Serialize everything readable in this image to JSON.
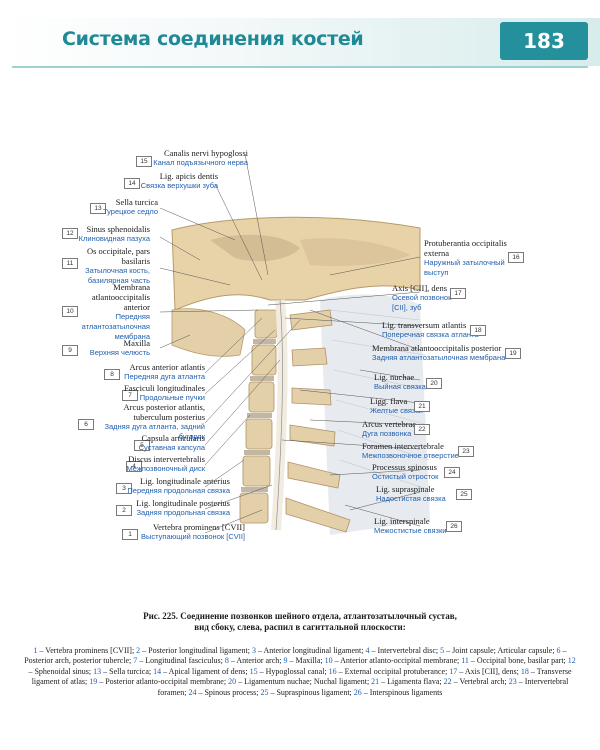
{
  "header": {
    "title": "Система соединения костей",
    "page_number": "183"
  },
  "labels_left": [
    {
      "n": "15",
      "lat": "Canalis nervi hypoglossi",
      "ru": "Канал подъязычного нерва"
    },
    {
      "n": "14",
      "lat": "Lig. apicis dentis",
      "ru": "Связка верхушки зуба"
    },
    {
      "n": "13",
      "lat": "Sella turcica",
      "ru": "Турецкое седло"
    },
    {
      "n": "12",
      "lat": "Sinus sphenoidalis",
      "ru": "Клиновидная пазуха"
    },
    {
      "n": "11",
      "lat": "Os occipitale, pars basilaris",
      "ru": "Затылочная кость, базилярная часть"
    },
    {
      "n": "10",
      "lat": "Membrana atlantooccipitalis anterior",
      "ru": "Передняя атлантозатылочная мембрана"
    },
    {
      "n": "9",
      "lat": "Maxilla",
      "ru": "Верхняя челюсть"
    },
    {
      "n": "8",
      "lat": "Arcus anterior atlantis",
      "ru": "Передняя дуга атланта"
    },
    {
      "n": "7",
      "lat": "Fasciculi longitudinales",
      "ru": "Продольные пучки"
    },
    {
      "n": "6",
      "lat": "Arcus posterior atlantis, tuberculum posterius",
      "ru": "Задняя дуга атланта, задний бугорок"
    },
    {
      "n": "5",
      "lat": "Capsula articularis",
      "ru": "Суставная капсула"
    },
    {
      "n": "4",
      "lat": "Discus intervertebralis",
      "ru": "Межпозвоночный диск"
    },
    {
      "n": "3",
      "lat": "Lig. longitudinale anterius",
      "ru": "Передняя продольная связка"
    },
    {
      "n": "2",
      "lat": "Lig. longitudinale posterius",
      "ru": "Задняя продольная связка"
    },
    {
      "n": "1",
      "lat": "Vertebra prominens [CVII]",
      "ru": "Выступающий позвонок [CVII]"
    }
  ],
  "labels_right": [
    {
      "n": "16",
      "lat": "Protuberantia occipitalis externa",
      "ru": "Наружный затылочный выступ"
    },
    {
      "n": "17",
      "lat": "Axis [CII], dens",
      "ru": "Осевой позвонок [CII], зуб"
    },
    {
      "n": "18",
      "lat": "Lig. transversum atlantis",
      "ru": "Поперечная связка атланта"
    },
    {
      "n": "19",
      "lat": "Membrana atlantooccipitalis posterior",
      "ru": "Задняя атлантозатылочная мембрана"
    },
    {
      "n": "20",
      "lat": "Lig. nuchae",
      "ru": "Выйная связка"
    },
    {
      "n": "21",
      "lat": "Ligg. flava",
      "ru": "Желтые связки"
    },
    {
      "n": "22",
      "lat": "Arcus vertebrae",
      "ru": "Дуга позвонка"
    },
    {
      "n": "23",
      "lat": "Foramen intervertebrale",
      "ru": "Межпозвоночное отверстие"
    },
    {
      "n": "24",
      "lat": "Processus spinosus",
      "ru": "Остистый отросток"
    },
    {
      "n": "25",
      "lat": "Lig. supraspinale",
      "ru": "Надостистая связка"
    },
    {
      "n": "26",
      "lat": "Lig. interspinale",
      "ru": "Межостистые связки"
    }
  ],
  "caption": {
    "line1": "Рис. 225. Соединение позвонков шейного отдела, атлантозатылочный сустав,",
    "line2": "вид сбоку, слева, распил в сагиттальной плоскости:"
  },
  "legend": [
    {
      "n": "1",
      "text": "Vertebra prominens [CVII];"
    },
    {
      "n": "2",
      "text": "Posterior longitudinal ligament;"
    },
    {
      "n": "3",
      "text": "Anterior longitudinal ligament;"
    },
    {
      "n": "4",
      "text": "Intervertebral disc;"
    },
    {
      "n": "5",
      "text": "Joint capsule; Articular capsule;"
    },
    {
      "n": "6",
      "text": "Posterior arch, posterior tubercle;"
    },
    {
      "n": "7",
      "text": "Longitudinal fasciculus;"
    },
    {
      "n": "8",
      "text": "Anterior arch;"
    },
    {
      "n": "9",
      "text": "Maxilla;"
    },
    {
      "n": "10",
      "text": "Anterior atlanto-occipital membrane;"
    },
    {
      "n": "11",
      "text": "Occipital bone, basilar part;"
    },
    {
      "n": "12",
      "text": "Sphenoidal sinus;"
    },
    {
      "n": "13",
      "text": "Sella turcica;"
    },
    {
      "n": "14",
      "text": "Apical ligament of dens;"
    },
    {
      "n": "15",
      "text": "Hypoglossal canal;"
    },
    {
      "n": "16",
      "text": "External occipital protuberance;"
    },
    {
      "n": "17",
      "text": "Axis [CII], dens;"
    },
    {
      "n": "18",
      "text": "Transverse ligament of atlas;"
    },
    {
      "n": "19",
      "text": "Posterior atlanto-occipital membrane;"
    },
    {
      "n": "20",
      "text": "Ligamentum nuchae; Nuchal ligament;"
    },
    {
      "n": "21",
      "text": "Ligamenta flava;"
    },
    {
      "n": "22",
      "text": "Vertebral arch;"
    },
    {
      "n": "23",
      "text": "Intervertebral foramen;"
    },
    {
      "n": "24",
      "text": "Spinous process;"
    },
    {
      "n": "25",
      "text": "Supraspinous ligament;"
    },
    {
      "n": "26",
      "text": "Interspinous ligaments"
    }
  ],
  "colors": {
    "accent": "#24909c",
    "russian_text": "#2060b0",
    "bone": "#e3cfa8",
    "ligament": "#d9dde2"
  }
}
